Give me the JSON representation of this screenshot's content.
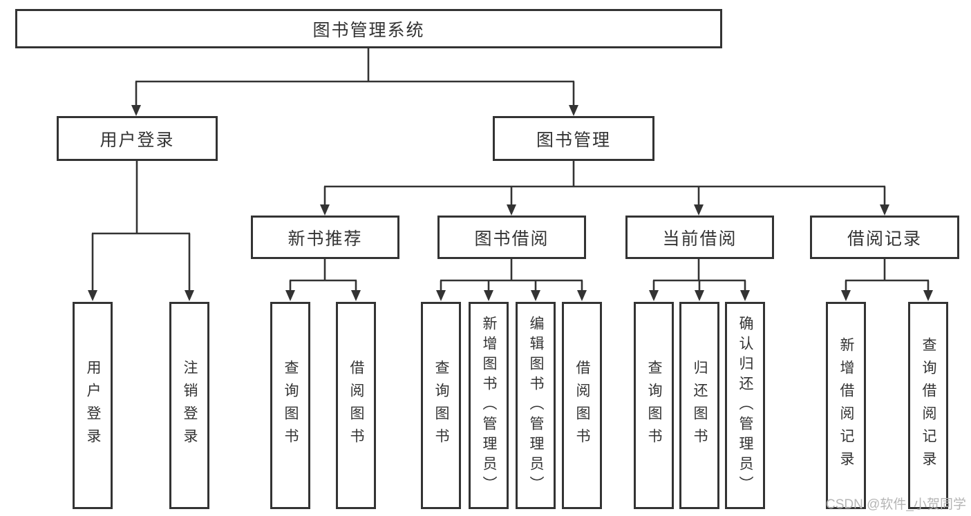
{
  "page": {
    "background": "#ffffff"
  },
  "colors": {
    "line": "#333333",
    "box_border": "#333333",
    "box_fill": "#ffffff",
    "text": "#333333",
    "watermark_text": "#b5b5b5"
  },
  "watermark": {
    "text": "CSDN @软件_小贺同学"
  },
  "diagram": {
    "type": "hierarchy-tree",
    "root": {
      "label": "图书管理系统"
    },
    "branches": [
      {
        "label": "用户登录",
        "children": [
          {
            "label": "用户登录"
          },
          {
            "label": "注销登录"
          }
        ]
      },
      {
        "label": "图书管理",
        "children": [
          {
            "label": "新书推荐",
            "children": [
              {
                "label": "查询图书"
              },
              {
                "label": "借阅图书"
              }
            ]
          },
          {
            "label": "图书借阅",
            "children": [
              {
                "label": "查询图书"
              },
              {
                "label": "新增图书（管理员）"
              },
              {
                "label": "编辑图书（管理员）"
              },
              {
                "label": "借阅图书"
              }
            ]
          },
          {
            "label": "当前借阅",
            "children": [
              {
                "label": "查询图书"
              },
              {
                "label": "归还图书"
              },
              {
                "label": "确认归还（管理员）"
              }
            ]
          },
          {
            "label": "借阅记录",
            "children": [
              {
                "label": "新增借阅记录"
              },
              {
                "label": "查询借阅记录"
              }
            ]
          }
        ]
      }
    ]
  }
}
